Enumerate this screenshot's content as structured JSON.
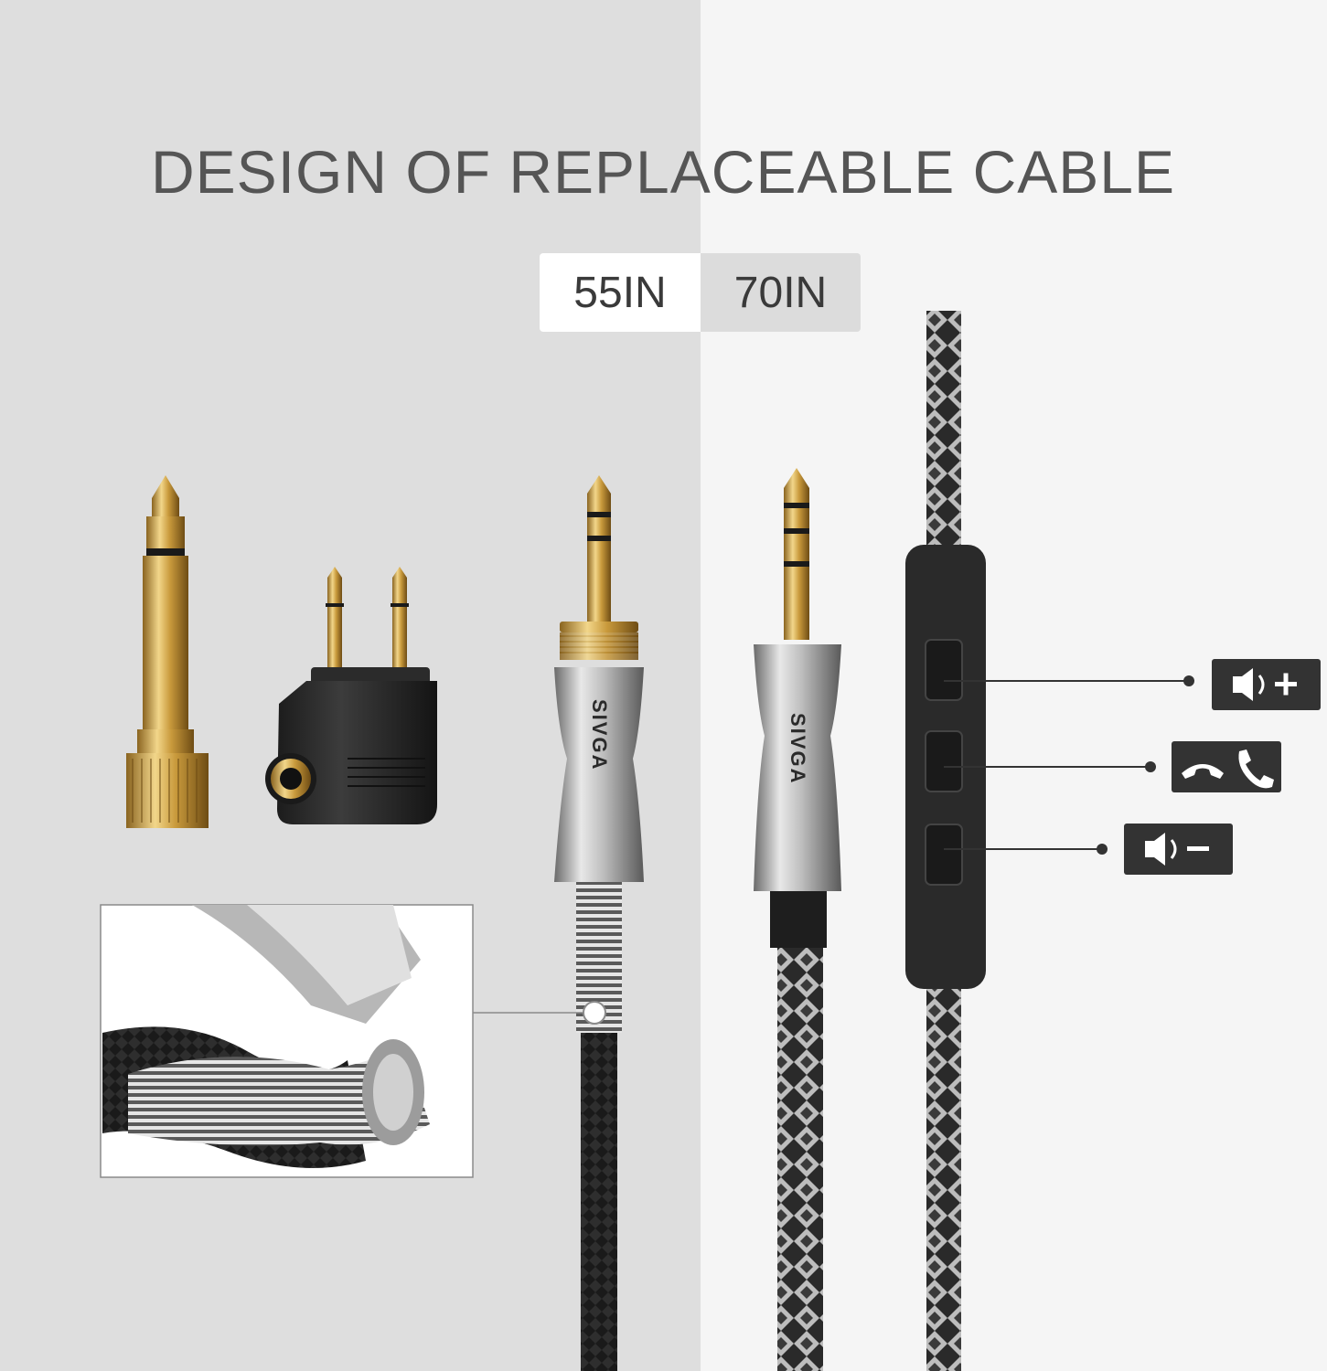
{
  "headline": "DESIGN OF REPLACEABLE CABLE",
  "lengths": [
    "55IN",
    "70IN"
  ],
  "brand_mark": "SIVGA",
  "remote_labels": {
    "volume_up": "◀)+",
    "call": "☎",
    "volume_down": "◀)–"
  },
  "colors": {
    "left_bg": "#dedede",
    "right_bg": "#f5f5f5",
    "gold": "#d4a84a",
    "label_bg": "#333333"
  }
}
